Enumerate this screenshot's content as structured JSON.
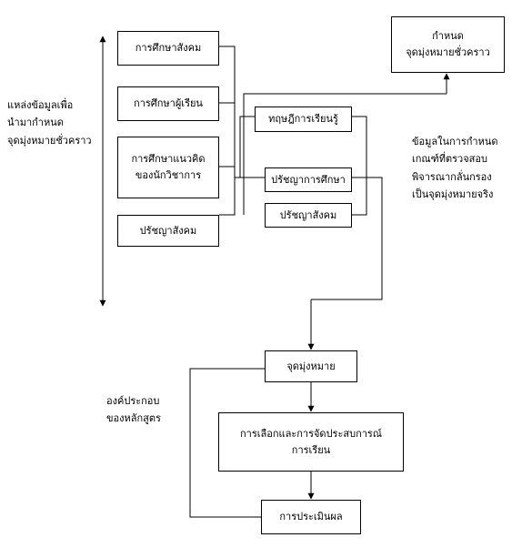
{
  "left_label": "แหล่งข้อมูลเพื่อ\nนำมากำหนด\nจุดมุ่งหมายชั่วคราว",
  "sources": [
    "การศึกษาสังคม",
    "การศึกษาผู้เรียน",
    "การศึกษาแนวคิด\nของนักวิชาการ",
    "ปรัชญาสังคม"
  ],
  "tentative_goal": "กำหนด\nจุดมุ่งหมายชั่วคราว",
  "screens": [
    "ทฤษฎีการเรียนรู้",
    "ปรัชญาการศึกษา",
    "ปรัชญาสังคม"
  ],
  "right_label": "ข้อมูลในการกำหนด\nเกณฑ์ที่ตรวจสอบ\nพิจารณากลั่นกรอง\nเป็นจุดมุ่งหมายจริง",
  "components_label": "องค์ประกอบ\nของหลักสูตร",
  "objective": "จุดมุ่งหมาย",
  "learning_experiences": "การเลือกและการจัดประสบการณ์\nการเรียน",
  "evaluation": "การประเมินผล"
}
